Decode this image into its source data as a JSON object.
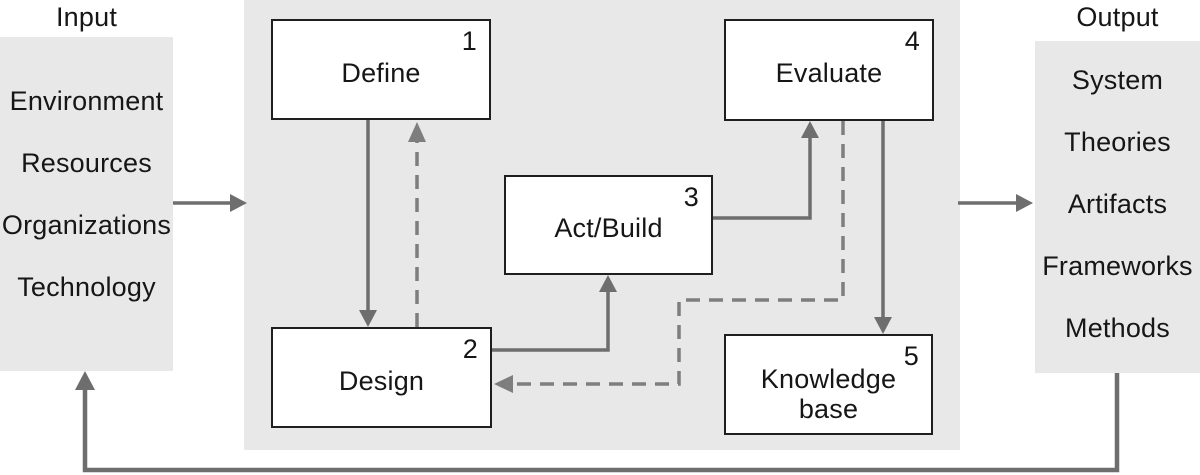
{
  "input_panel": {
    "title": "Input",
    "items": [
      "Environment",
      "Resources",
      "Organizations",
      "Technology"
    ]
  },
  "output_panel": {
    "title": "Output",
    "items": [
      "System",
      "Theories",
      "Artifacts",
      "Frameworks",
      "Methods"
    ]
  },
  "process": {
    "boxes": [
      {
        "number": "1",
        "label": "Define"
      },
      {
        "number": "2",
        "label": "Design"
      },
      {
        "number": "3",
        "label": "Act/Build"
      },
      {
        "number": "4",
        "label": "Evaluate"
      },
      {
        "number": "5",
        "label": "Knowledge base"
      }
    ],
    "connections": [
      {
        "from": "Input",
        "to": "Process",
        "style": "solid"
      },
      {
        "from": "Define",
        "to": "Design",
        "style": "solid"
      },
      {
        "from": "Design",
        "to": "Define",
        "style": "dashed"
      },
      {
        "from": "Design",
        "to": "Act/Build",
        "style": "solid"
      },
      {
        "from": "Act/Build",
        "to": "Evaluate",
        "style": "solid"
      },
      {
        "from": "Evaluate",
        "to": "Knowledge base",
        "style": "solid"
      },
      {
        "from": "Evaluate",
        "to": "Design",
        "style": "dashed"
      },
      {
        "from": "Process",
        "to": "Output",
        "style": "solid"
      },
      {
        "from": "Output",
        "to": "Input",
        "style": "solid"
      }
    ]
  },
  "colors": {
    "panel_bg": "#e8e8e8",
    "process_bg": "#e8e8e8",
    "box_bg": "#ffffff",
    "box_border": "#1f1f1f",
    "arrow_solid": "#6e6e6e",
    "arrow_dashed": "#7e7e7e",
    "text": "#161616",
    "page_bg": "#ffffff"
  }
}
